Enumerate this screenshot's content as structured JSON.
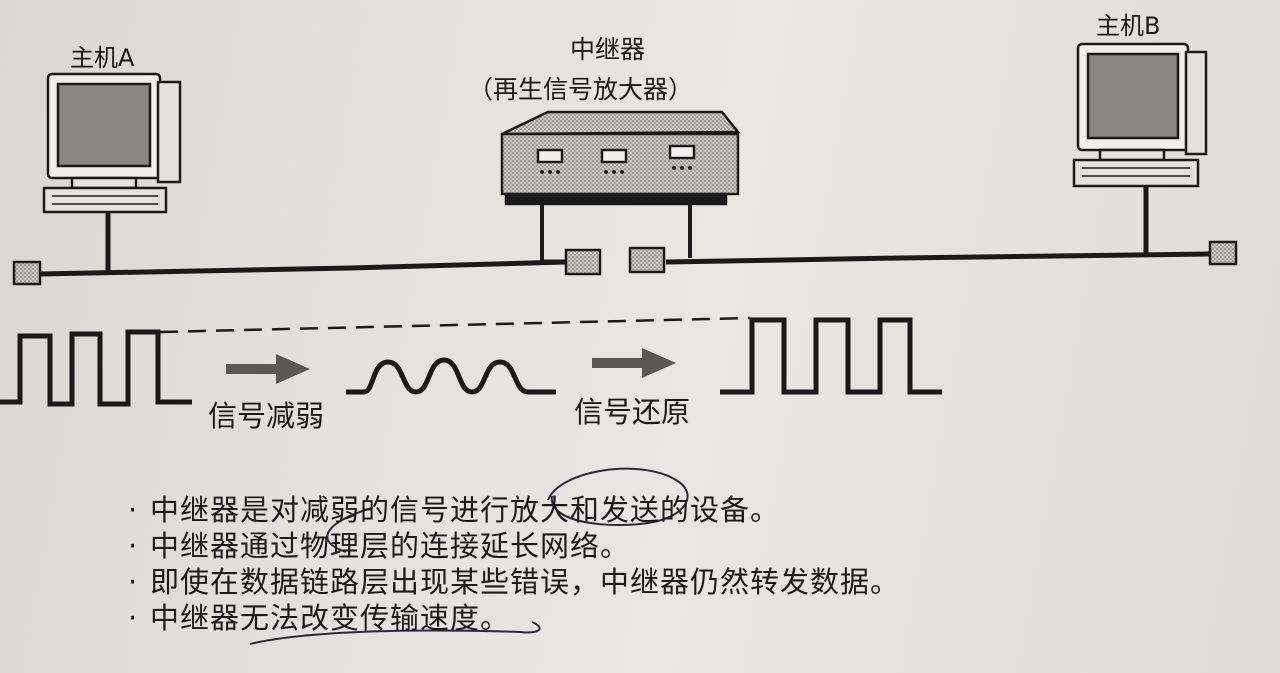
{
  "host_a": {
    "label": "主机A"
  },
  "repeater": {
    "title": "中继器",
    "subtitle": "（再生信号放大器）"
  },
  "host_b": {
    "label": "主机B"
  },
  "signal": {
    "weaken_label": "信号减弱",
    "restore_label": "信号还原"
  },
  "bullets": [
    "中继器是对减弱的信号进行放大和发送的设备。",
    "中继器通过物理层的连接延长网络。",
    "即使在数据链路层出现某些错误，中继器仍然转发数据。",
    "中继器无法改变传输速度。"
  ],
  "colors": {
    "ink": "#1a1a1a",
    "device_fill": "#b9b7b4",
    "paper": "#e6e4e1"
  }
}
